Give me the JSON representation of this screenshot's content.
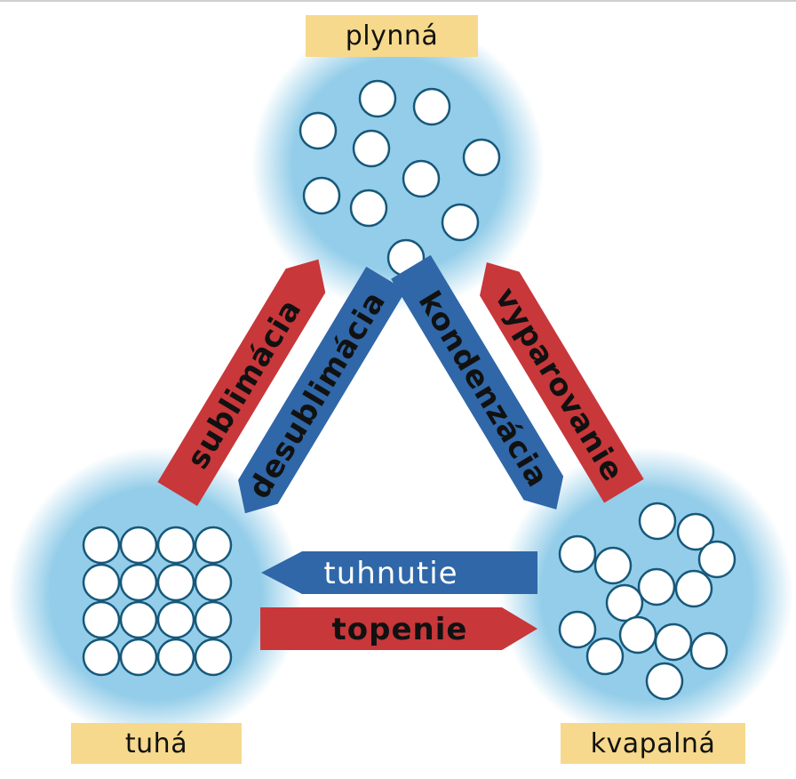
{
  "states": {
    "gas": "plynná",
    "solid": "tuhá",
    "liquid": "kvapalná"
  },
  "transitions": {
    "sublimation": "sublimácia",
    "desublimation": "desublimácia",
    "condensation": "kondenzácia",
    "evaporation": "vyparovanie",
    "solidification": "tuhnutie",
    "melting": "topenie"
  },
  "colors": {
    "red": "#c8373a",
    "blue": "#2f67a8",
    "bubble": "#93cde9",
    "label_bg": "#f6d98c"
  }
}
